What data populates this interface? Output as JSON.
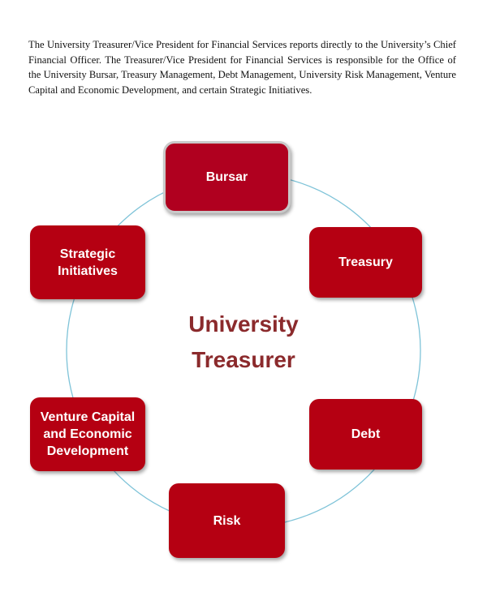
{
  "intro_text": "The University Treasurer/Vice President for Financial Services reports directly to the University’s Chief Financial Officer.  The Treasurer/Vice President for Financial Services is responsible for the Office of the University Bursar, Treasury Management, Debt Management, University Risk Management, Venture Capital and Economic Development, and certain Strategic Initiatives.",
  "diagram": {
    "center": {
      "line1": "University",
      "line2": "Treasurer"
    },
    "nodes": {
      "bursar": "Bursar",
      "treasury": "Treasury",
      "debt": "Debt",
      "risk": "Risk",
      "venture": {
        "line1": "Venture Capital",
        "line2": "and Economic",
        "line3": "Development"
      },
      "strategic": {
        "line1": "Strategic",
        "line2": "Initiatives"
      }
    },
    "colors": {
      "node": "#b50012",
      "center_text": "#8b2a2c",
      "ring": "#7ec3d8"
    }
  }
}
